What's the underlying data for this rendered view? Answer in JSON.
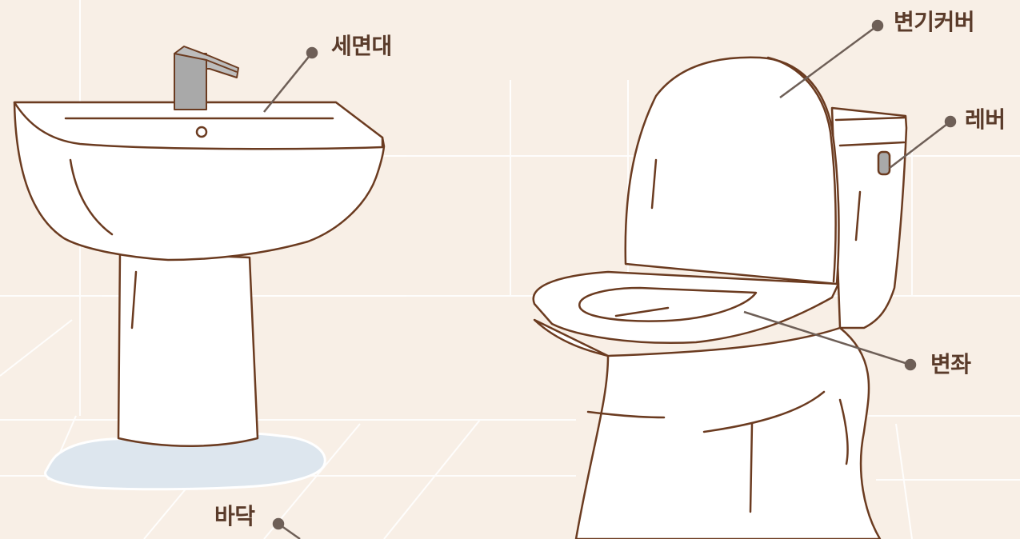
{
  "labels": {
    "sink": "세면대",
    "toilet_cover": "변기커버",
    "lever": "레버",
    "toilet_seat": "변좌",
    "floor": "바닥"
  },
  "colors": {
    "background": "#f8efe6",
    "outline": "#6b3b20",
    "fill": "#ffffff",
    "grid_line": "#ffffff",
    "leader_line": "#6e5f57",
    "label_text": "#5a3b2a",
    "faucet": "#a9a9a9",
    "puddle": "#dde6ee"
  }
}
